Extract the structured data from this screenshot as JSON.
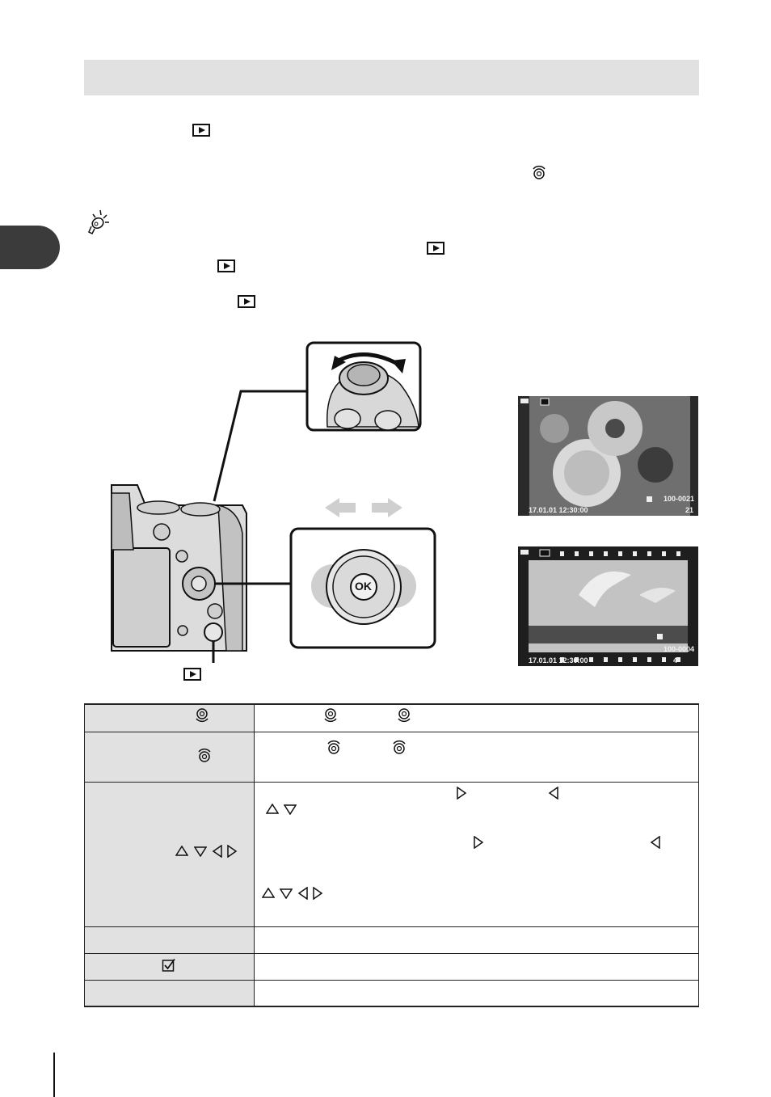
{
  "page": {
    "lcd_single": {
      "date": "17.01.01 12:30:00",
      "file": "100-0021",
      "number": "21"
    },
    "lcd_movie": {
      "date": "17.01.01 12:30:00",
      "file": "100-0004",
      "number": "4"
    }
  },
  "icons": {
    "playback": "playback-button-icon",
    "dial_front": "front-dial-icon",
    "dial_rear": "rear-dial-icon",
    "tip": "lightbulb-tip-icon",
    "arrows": "arrow-pad-icons",
    "check": "checkbox-icon",
    "ok": "OK"
  },
  "camera": {
    "ok_label": "OK"
  },
  "colors": {
    "title_bar": "#e1e1e1",
    "side_tab": "#3b3b3b",
    "table_label_bg": "#e1e1e1"
  }
}
